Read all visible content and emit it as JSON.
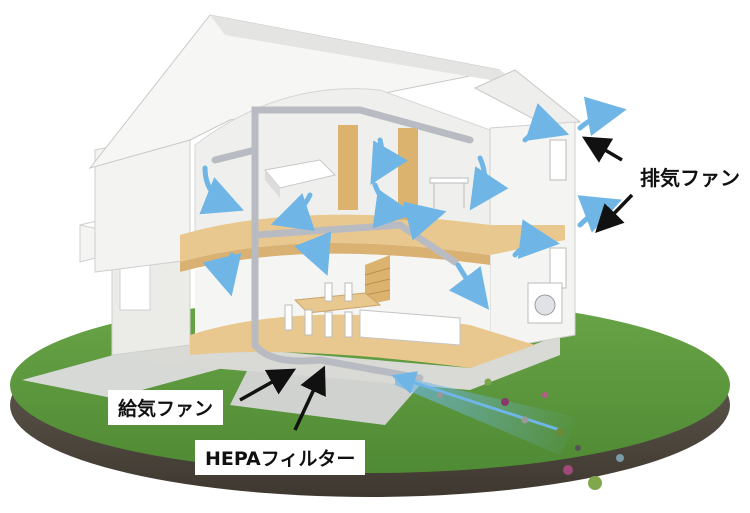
{
  "labels": {
    "exhaust_fan": "排気ファン",
    "supply_fan": "給気ファン",
    "hepa_filter": "HEPAフィルター"
  },
  "colors": {
    "airflow": "#6fb6e6",
    "grass": "#5e9a3e",
    "floor_wood": "#e8c88f",
    "wall": "#f2f2f0",
    "duct": "#b8bcc2"
  }
}
